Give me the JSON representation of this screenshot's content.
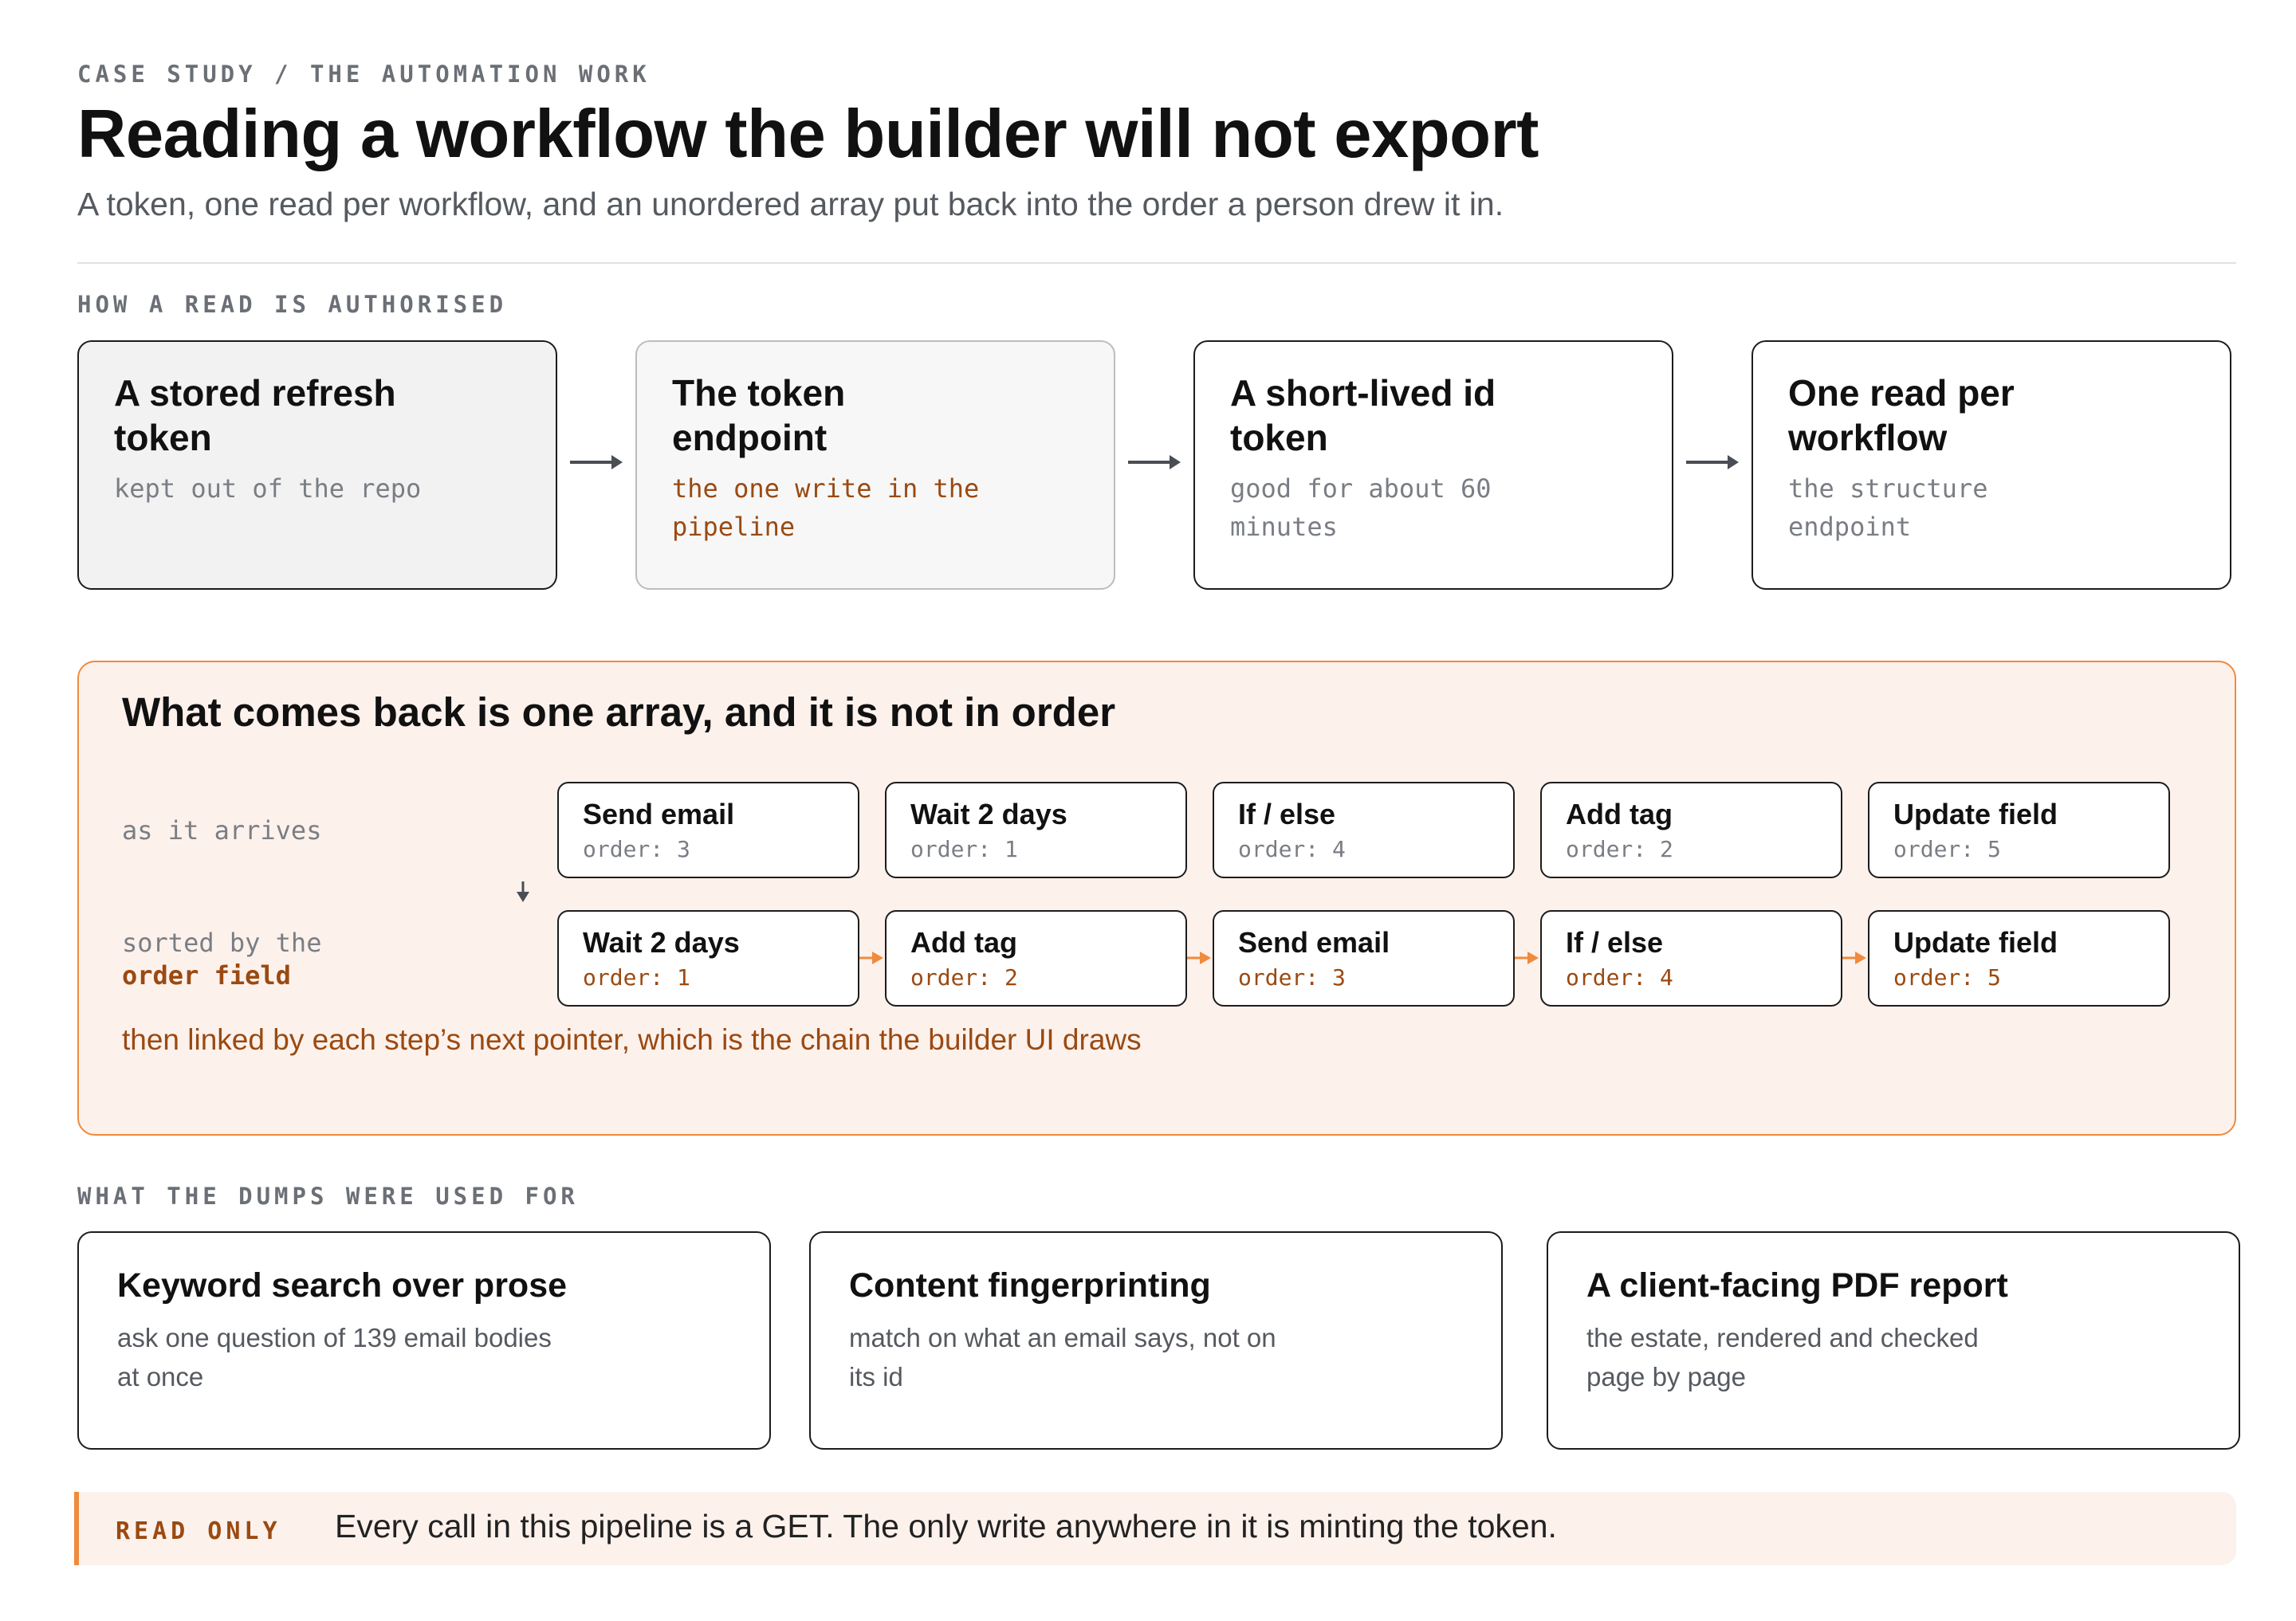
{
  "header": {
    "eyebrow": "CASE STUDY / THE AUTOMATION WORK",
    "title": "Reading a workflow the builder will not export",
    "subtitle": "A token, one read per workflow, and an unordered array put back into the order a person drew it in."
  },
  "auth": {
    "label": "HOW A READ IS AUTHORISED",
    "steps": [
      {
        "title": "A stored refresh token",
        "sub": "kept out of the repo"
      },
      {
        "title": "The token endpoint",
        "sub": "the one write in the pipeline"
      },
      {
        "title": "A short-lived id token",
        "sub": "good for about 60 minutes"
      },
      {
        "title": "One read per workflow",
        "sub": "the structure endpoint"
      }
    ]
  },
  "array": {
    "title": "What comes back is one array, and it is not in order",
    "arrives_label": "as it arrives",
    "sorted_label_prefix": "sorted by the",
    "sorted_label_field": "order field",
    "order_prefix": "order:",
    "arrives": [
      {
        "name": "Send email",
        "order": "3"
      },
      {
        "name": "Wait 2 days",
        "order": "1"
      },
      {
        "name": "If / else",
        "order": "4"
      },
      {
        "name": "Add tag",
        "order": "2"
      },
      {
        "name": "Update field",
        "order": "5"
      }
    ],
    "sorted": [
      {
        "name": "Wait 2 days",
        "order": "1"
      },
      {
        "name": "Add tag",
        "order": "2"
      },
      {
        "name": "Send email",
        "order": "3"
      },
      {
        "name": "If / else",
        "order": "4"
      },
      {
        "name": "Update field",
        "order": "5"
      }
    ],
    "note": "then linked by each step’s next pointer, which is the chain the builder UI draws"
  },
  "uses": {
    "label": "WHAT THE DUMPS WERE USED FOR",
    "items": [
      {
        "title": "Keyword search over prose",
        "sub": "ask one question of 139 email bodies at once"
      },
      {
        "title": "Content fingerprinting",
        "sub": "match on what an email says, not on its id"
      },
      {
        "title": "A client-facing PDF report",
        "sub": "the estate, rendered and checked page by page"
      }
    ]
  },
  "callout": {
    "tag": "READ ONLY",
    "text": "Every call in this pipeline is a GET. The only write anywhere in it is minting the token."
  },
  "colors": {
    "accent": "#f08a3c",
    "accent_text": "#9a4a12",
    "panel_bg": "#fdf1ec"
  }
}
